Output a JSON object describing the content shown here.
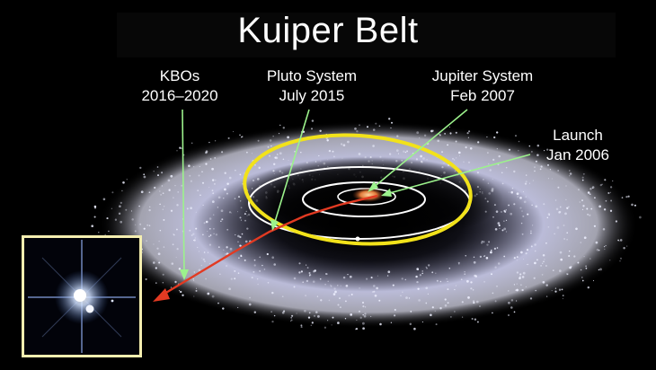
{
  "title": "Kuiper Belt",
  "labels": {
    "kbos": {
      "line1": "KBOs",
      "line2": "2016–2020"
    },
    "pluto": {
      "line1": "Pluto System",
      "line2": "July 2015"
    },
    "jupiter": {
      "line1": "Jupiter System",
      "line2": "Feb 2007"
    },
    "launch": {
      "line1": "Launch",
      "line2": "Jan 2006"
    }
  },
  "colors": {
    "pointer_lines": "#9cf28c",
    "pluto_orbit": "#f2e21a",
    "trajectory": "#e23a22",
    "planet_orbits": "#ffffff",
    "belt": "#cfd0f0",
    "inset_border": "#f4eeb0"
  }
}
